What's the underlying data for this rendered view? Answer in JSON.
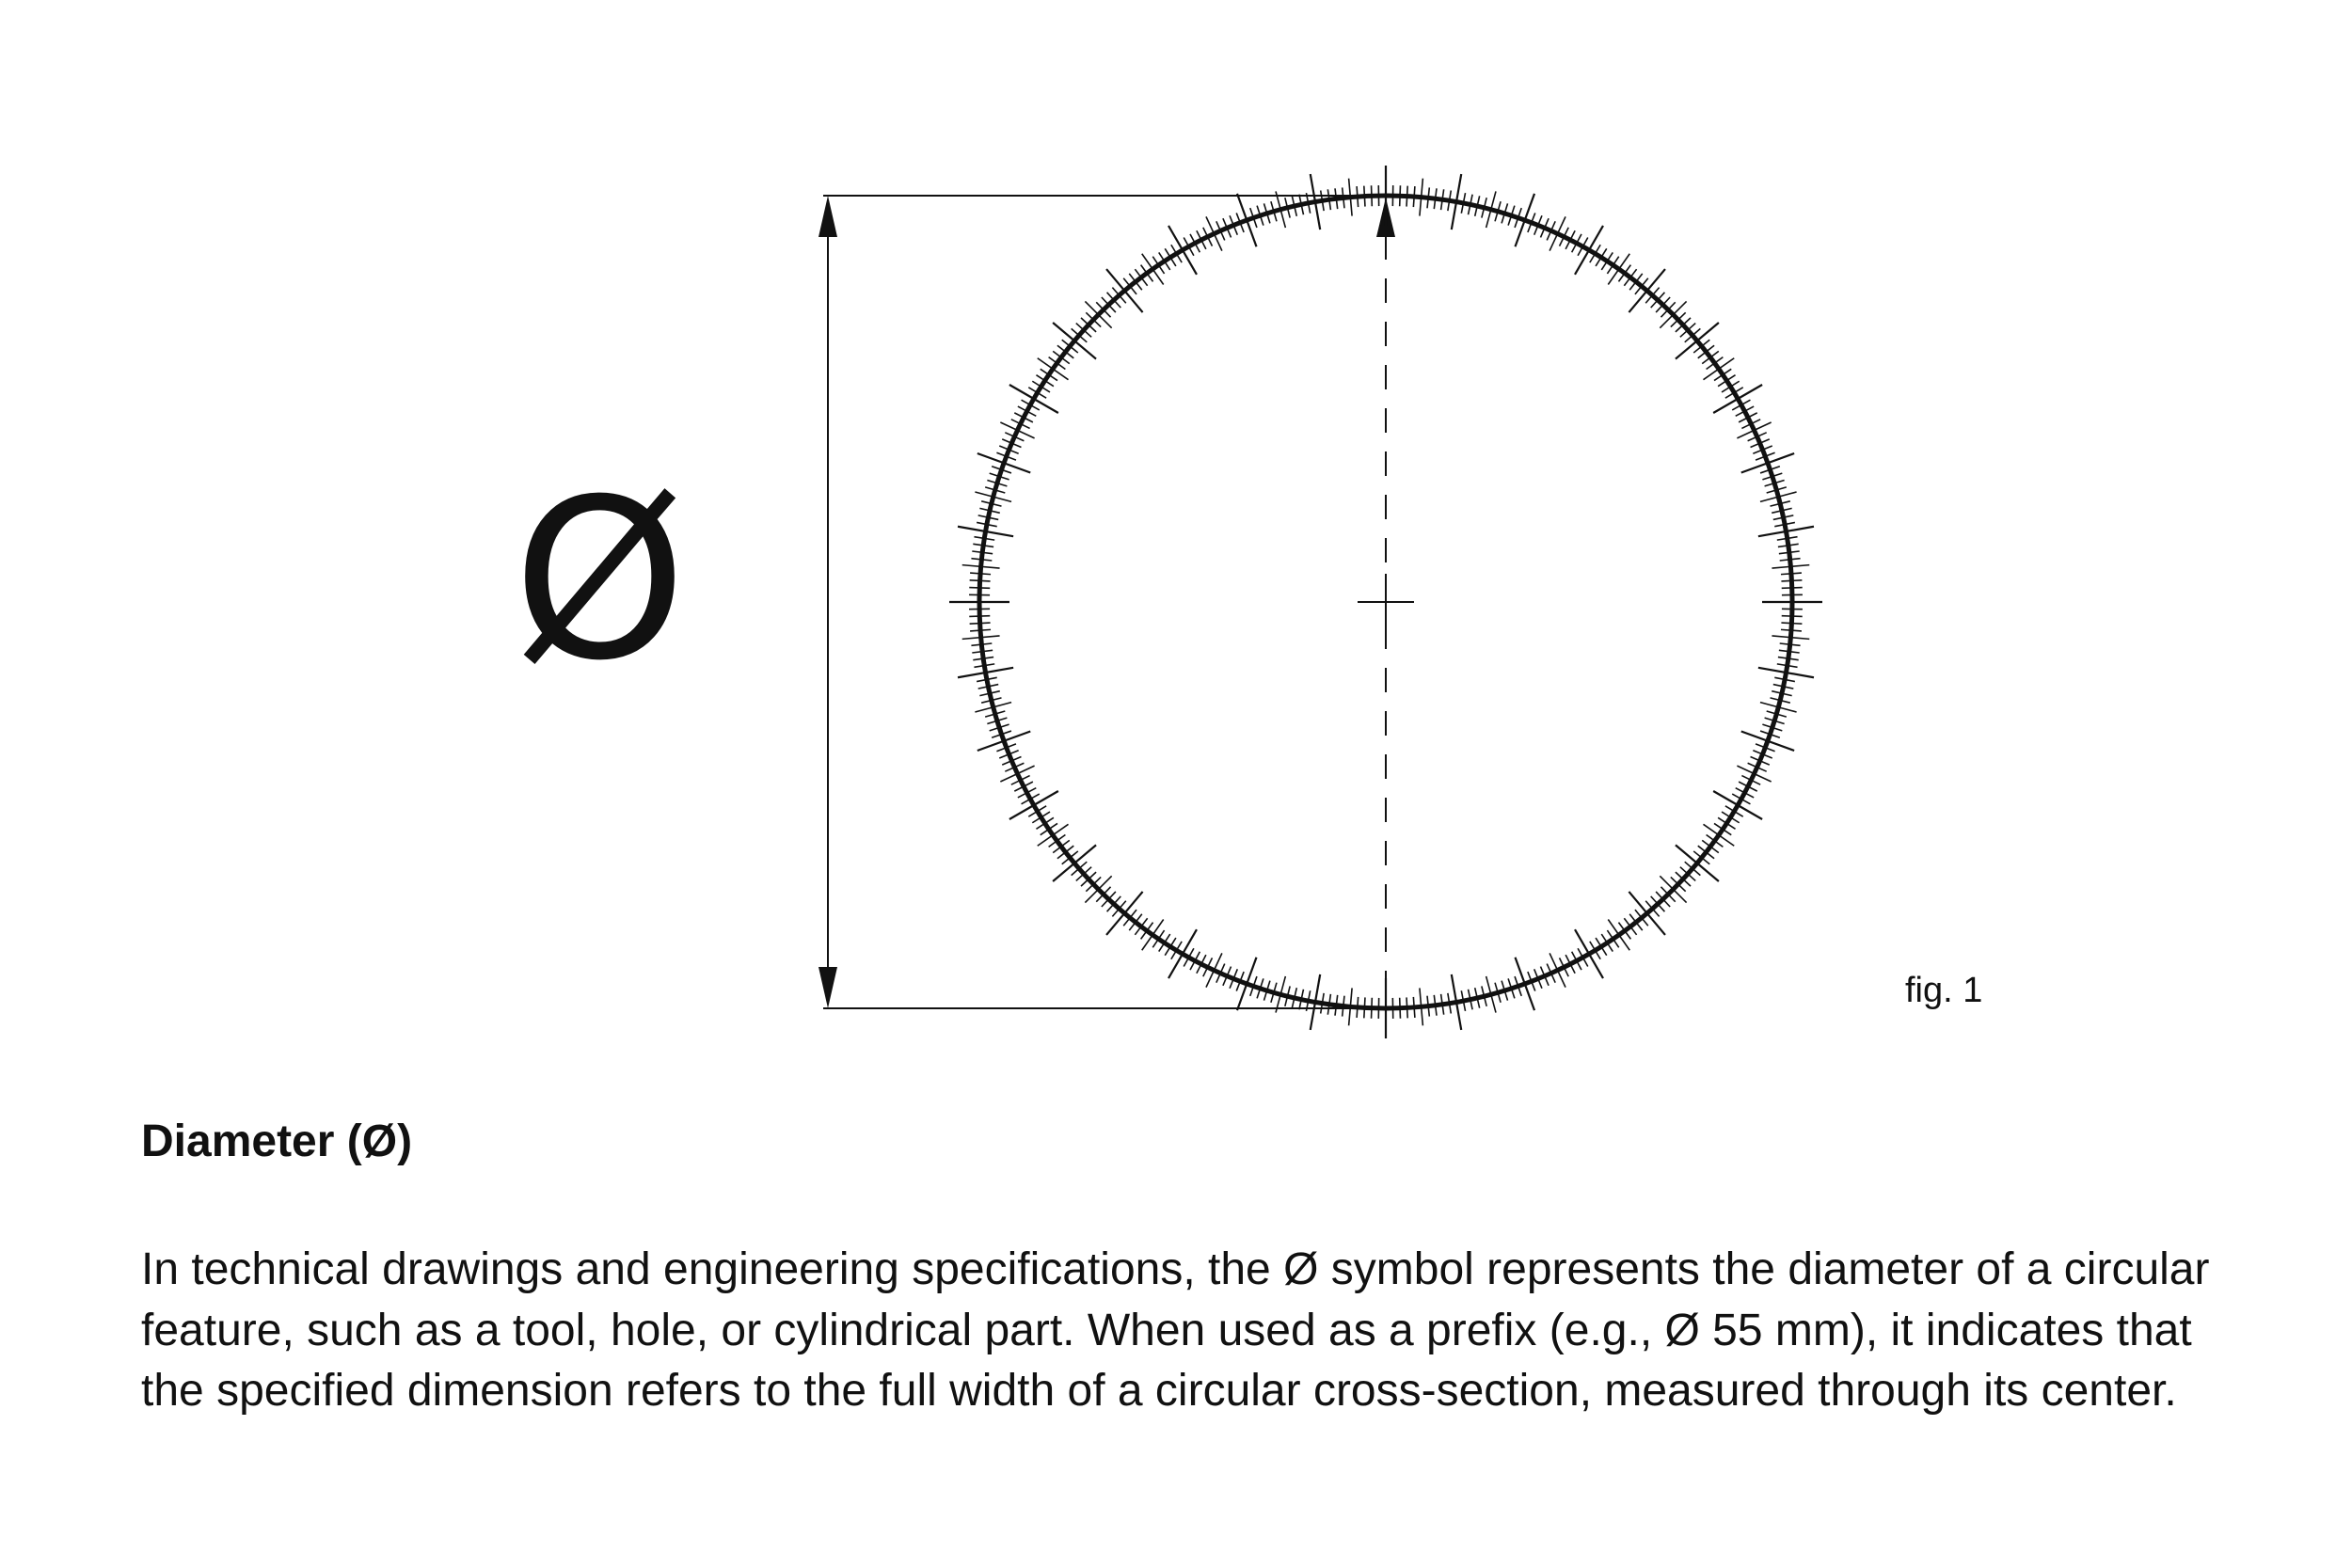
{
  "figure": {
    "symbol": "Ø",
    "label": "fig. 1"
  },
  "text": {
    "heading": "Diameter (Ø)",
    "body": "In technical drawings and engineering specifications, the Ø symbol represents the diameter of a circular feature, such as a tool, hole, or cylindrical part. When used as a prefix (e.g., Ø 55 mm), it indicates that the specified dimension refers to the full width of a circular cross-section, measured through its center."
  },
  "colors": {
    "ink": "#111111",
    "background": "#ffffff"
  }
}
